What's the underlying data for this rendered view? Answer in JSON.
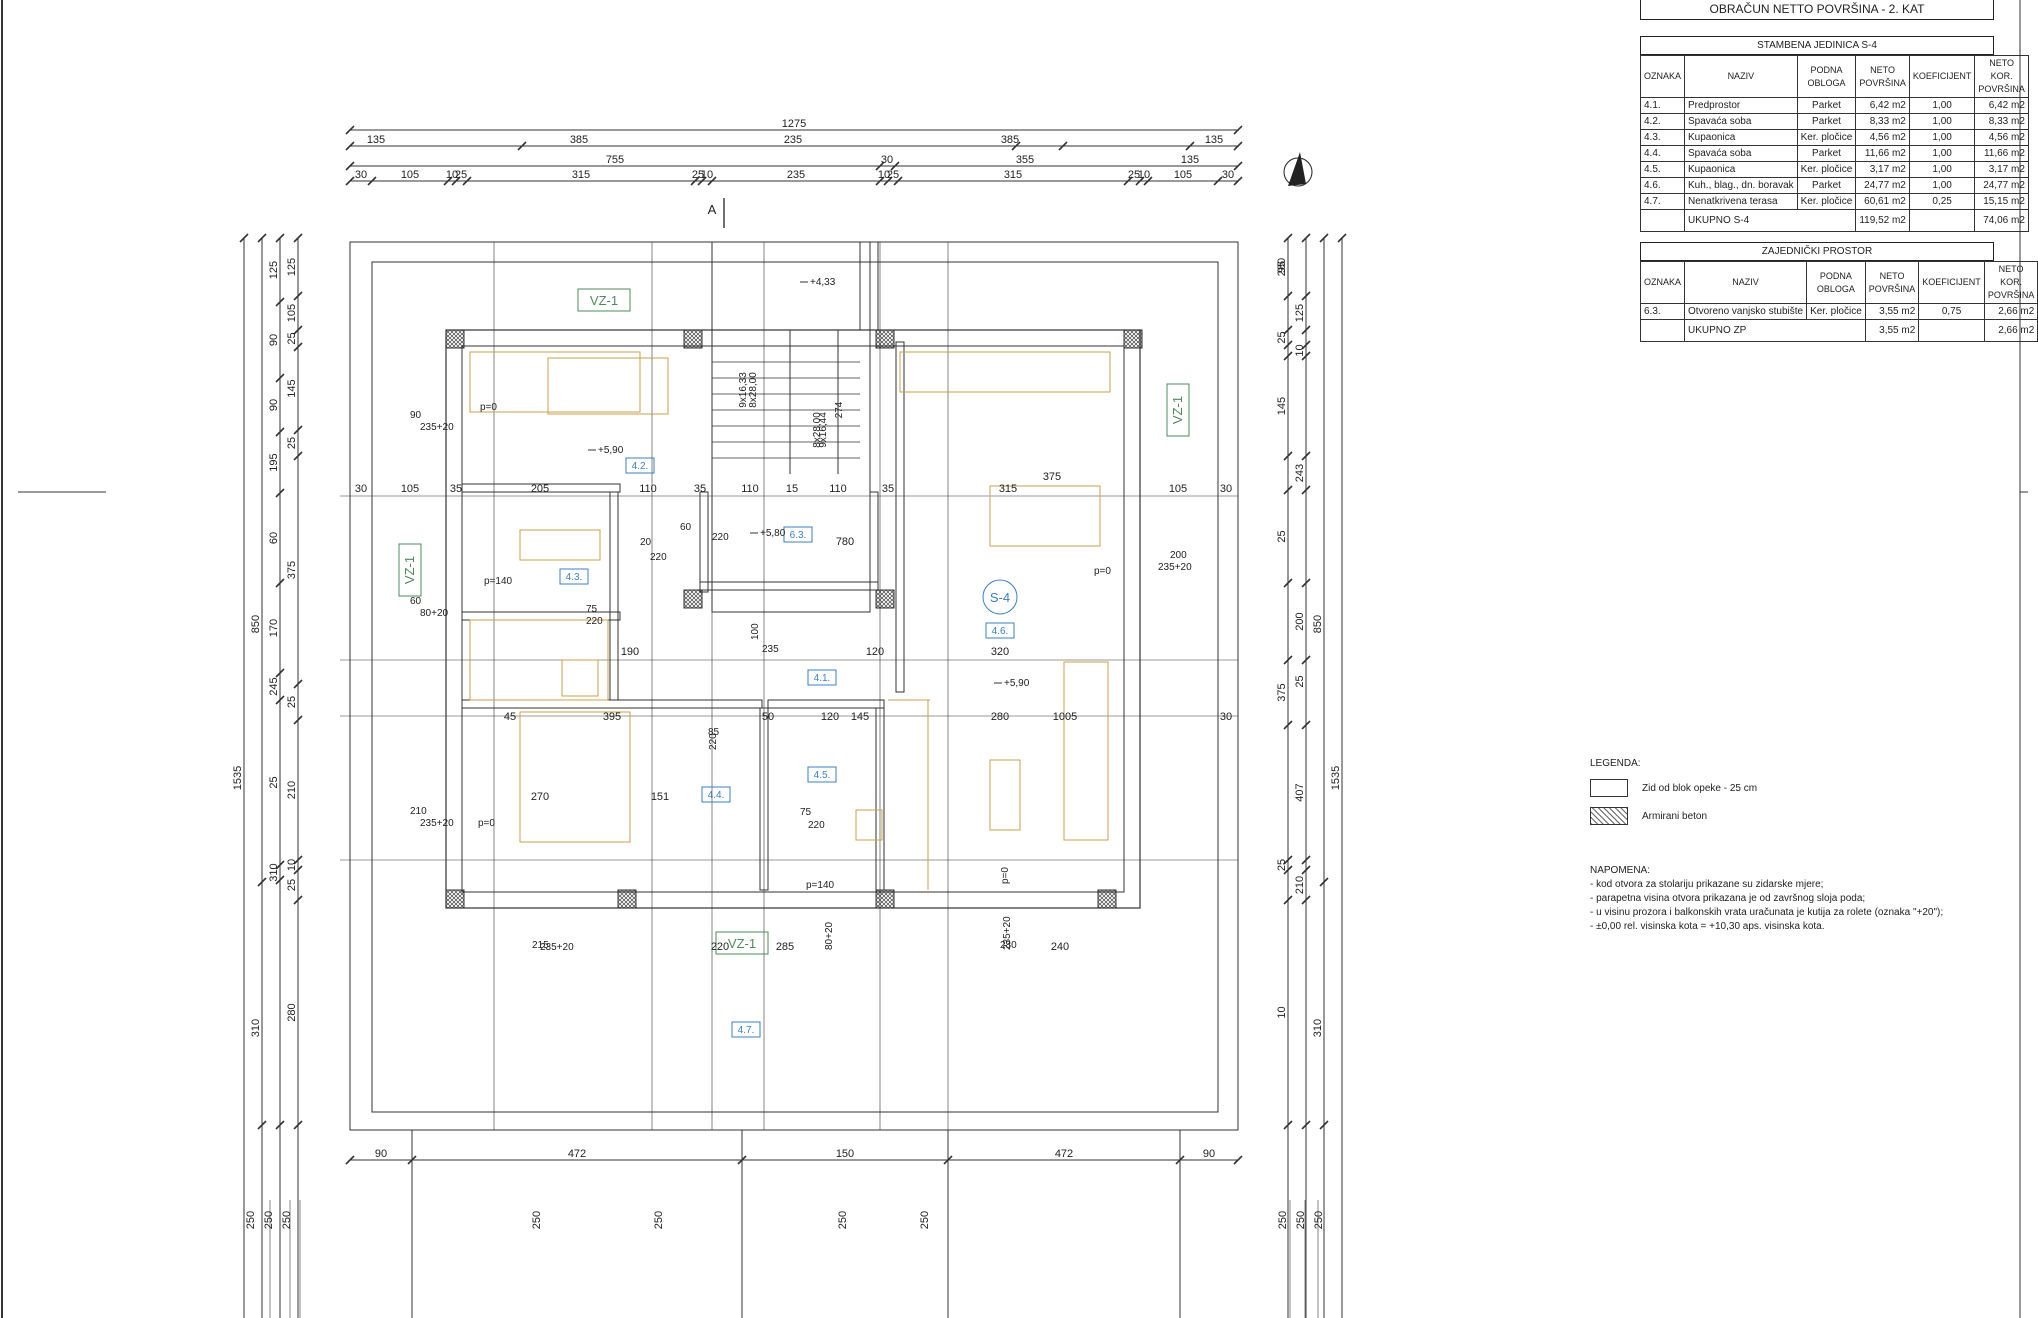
{
  "title": "OBRAČUN NETTO POVRŠINA - 2. KAT",
  "unit_table": {
    "caption": "STAMBENA JEDINICA S-4",
    "headers": [
      "OZNAKA",
      "NAZIV",
      "PODNA OBLOGA",
      "NETO POVRŠINA",
      "KOEFICIJENT",
      "NETO KOR. POVRŠINA"
    ],
    "rows": [
      [
        "4.1.",
        "Predprostor",
        "Parket",
        "6,42 m2",
        "1,00",
        "6,42 m2"
      ],
      [
        "4.2.",
        "Spavaća soba",
        "Parket",
        "8,33 m2",
        "1,00",
        "8,33 m2"
      ],
      [
        "4.3.",
        "Kupaonica",
        "Ker. pločice",
        "4,56 m2",
        "1,00",
        "4,56 m2"
      ],
      [
        "4.4.",
        "Spavaća soba",
        "Parket",
        "11,66 m2",
        "1,00",
        "11,66 m2"
      ],
      [
        "4.5.",
        "Kupaonica",
        "Ker. pločice",
        "3,17 m2",
        "1,00",
        "3,17 m2"
      ],
      [
        "4.6.",
        "Kuh., blag., dn. boravak",
        "Parket",
        "24,77 m2",
        "1,00",
        "24,77 m2"
      ],
      [
        "4.7.",
        "Nenatkrivena terasa",
        "Ker. pločice",
        "60,61 m2",
        "0,25",
        "15,15 m2"
      ]
    ],
    "total": [
      "UKUPNO S-4",
      "119,52 m2",
      "74,06 m2"
    ]
  },
  "common_table": {
    "caption": "ZAJEDNIČKI PROSTOR",
    "headers": [
      "OZNAKA",
      "NAZIV",
      "PODNA OBLOGA",
      "NETO POVRŠINA",
      "KOEFICIJENT",
      "NETO KOR. POVRŠINA"
    ],
    "rows": [
      [
        "6.3.",
        "Otvoreno vanjsko stubište",
        "Ker. pločice",
        "3,55 m2",
        "0,75",
        "2,66 m2"
      ]
    ],
    "total": [
      "UKUPNO ZP",
      "3,55 m2",
      "2,66 m2"
    ]
  },
  "legend": {
    "title": "LEGENDA:",
    "items": [
      {
        "label": "Zid od blok opeke - 25 cm"
      },
      {
        "label": "Armirani beton"
      }
    ]
  },
  "notes": {
    "title": "NAPOMENA:",
    "lines": [
      "- kod otvora za stolariju prikazane su zidarske mjere;",
      "- parapetna visina otvora prikazana je od završnog sloja poda;",
      "- u visinu prozora i balkonskih vrata uračunata je kutija za rolete (oznaka \"+20\");",
      "- ±0,00 rel. visinska kota = +10,30 aps. visinska kota."
    ]
  },
  "drawing": {
    "colors": {
      "line": "#333333",
      "room_label": "#3a7fc8",
      "furniture": "#c9a24a",
      "window_tag": "#4f8a5a"
    },
    "section_mark": "A",
    "unit_label": "S-4",
    "window_tags": [
      "VZ-1",
      "VZ-1",
      "VZ-1",
      "VZ-1"
    ],
    "room_labels": [
      "4.1.",
      "4.2.",
      "4.3.",
      "4.4.",
      "4.5.",
      "4.6.",
      "4.7.",
      "6.3."
    ],
    "levels": [
      "+4,33",
      "+5,90",
      "+5,80",
      "+5,90"
    ],
    "stair_labels": [
      "8x28,00",
      "9x16,33",
      "8x28,00",
      "9x16,44",
      "274"
    ],
    "top_dims": {
      "row1": [
        "1275"
      ],
      "row2": [
        "135",
        "385",
        "235",
        "385",
        "135"
      ],
      "row3": [
        "755",
        "30",
        "355",
        "135"
      ],
      "row4": [
        "30",
        "105",
        "10",
        "25",
        "315",
        "25",
        "10",
        "235",
        "10",
        "25",
        "315",
        "25",
        "10",
        "105",
        "30"
      ]
    },
    "bottom_dims": [
      "90",
      "472",
      "150",
      "472",
      "90"
    ],
    "left_dims": {
      "outer": [
        "1535"
      ],
      "mid": [
        "850",
        "310"
      ],
      "inner": [
        "125",
        "90",
        "90",
        "195",
        "60",
        "170",
        "245",
        "25",
        "310"
      ],
      "inner2": [
        "125",
        "105",
        "25",
        "145",
        "25",
        "375",
        "25",
        "210",
        "10",
        "25",
        "280"
      ]
    },
    "right_dims": {
      "outer": [
        "1535"
      ],
      "mid": [
        "850",
        "310"
      ],
      "inner": [
        "95",
        "125",
        "25",
        "10",
        "145",
        "243",
        "25",
        "200",
        "375",
        "407",
        "25",
        "210",
        "10",
        "25",
        "280"
      ]
    },
    "bottom_vertical": [
      "250",
      "250",
      "250",
      "250",
      "250",
      "250",
      "250",
      "250",
      "250",
      "250"
    ],
    "inner_dims": [
      "30",
      "105",
      "35",
      "205",
      "110",
      "35",
      "110",
      "15",
      "110",
      "35",
      "315",
      "375",
      "105",
      "30",
      "190",
      "120",
      "320",
      "395",
      "45",
      "120",
      "50",
      "145",
      "280",
      "1005",
      "270",
      "220",
      "285",
      "240",
      "151",
      "780",
      "30"
    ],
    "openings": [
      "90",
      "235+20",
      "p=0",
      "60",
      "80+20",
      "p=140",
      "75",
      "220",
      "200",
      "235+20",
      "p=0",
      "210",
      "235+20",
      "p=0",
      "p=140",
      "p=0",
      "215",
      "235+20",
      "80+20",
      "280",
      "235+20",
      "85",
      "220",
      "100",
      "235",
      "60",
      "220",
      "75",
      "220",
      "20",
      "220"
    ]
  }
}
